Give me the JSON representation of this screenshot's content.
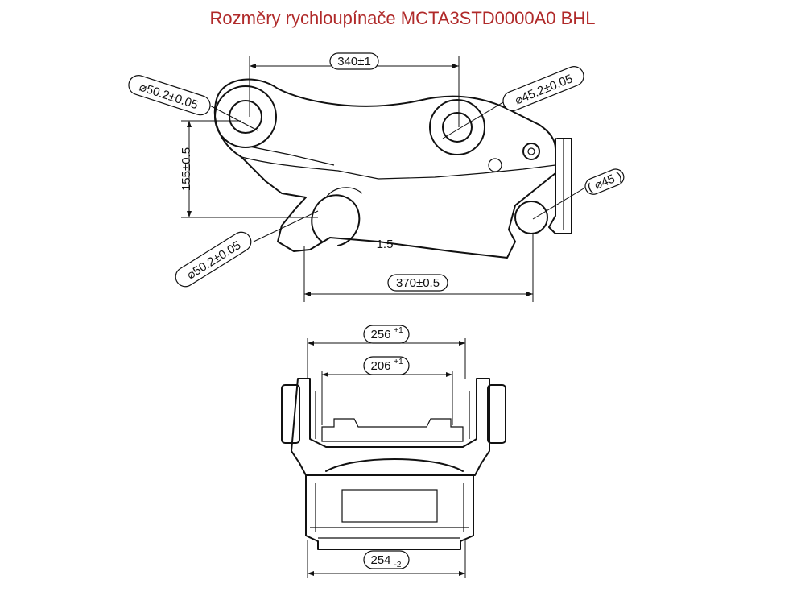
{
  "title": "Rozměry rychloupínače MCTA3STD0000A0 BHL",
  "dims": {
    "d_top_left": "⌀50.2±0.05",
    "d_top_right": "⌀45.2±0.05",
    "d_small": "( ⌀45 )",
    "d_bottom_left": "⌀50.2±0.05",
    "pin_distance": "340±1",
    "height": "155±0.5",
    "length": "370±0.5",
    "slope": "1:5",
    "width_outer_main": "256",
    "width_outer_tol": "+1",
    "width_inner_main": "206",
    "width_inner_tol": "+1",
    "width_bottom_main": "254",
    "width_bottom_tol": "-2"
  }
}
